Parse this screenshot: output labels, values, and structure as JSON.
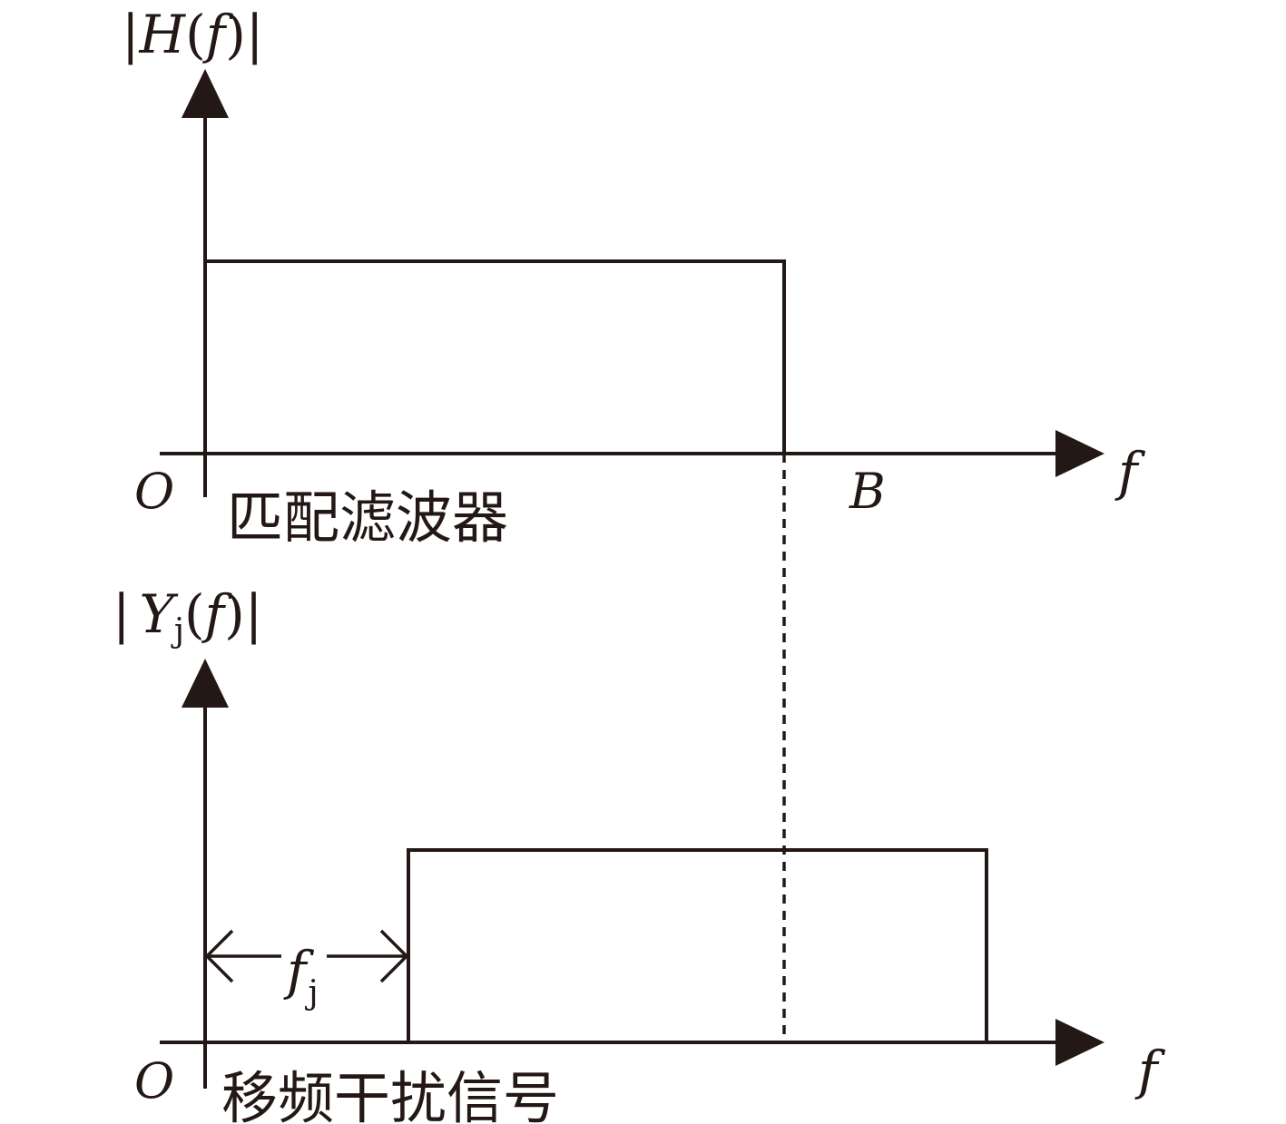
{
  "top_panel": {
    "y_label": {
      "bar_left": "|",
      "main": "H",
      "paren_open": "(",
      "var": "f",
      "paren_close": ")",
      "bar_right": "|"
    },
    "x_label": "f",
    "origin_label": "O",
    "cutoff_label": "B",
    "caption": "匹配滤波器"
  },
  "bottom_panel": {
    "y_label": {
      "bar_left": "|",
      "main": "Y",
      "sub": "j",
      "paren_open": "(",
      "var": "f",
      "paren_close": ")",
      "bar_right": "|"
    },
    "x_label": "f",
    "origin_label": "O",
    "offset_label": {
      "main": "f",
      "sub": "j"
    },
    "caption": "移频干扰信号"
  },
  "colors": {
    "ink": "#231815"
  }
}
